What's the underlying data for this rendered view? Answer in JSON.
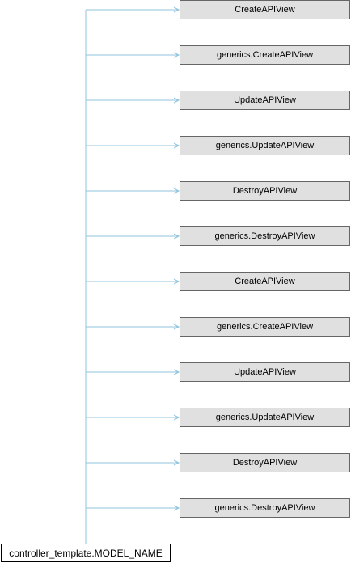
{
  "colors": {
    "edge": "#8fc4dc",
    "base_fill": "#e0e0e0",
    "base_border": "#666666",
    "root_border": "#000000"
  },
  "root": {
    "label": "controller_template.MODEL_NAME"
  },
  "bases": [
    {
      "label": "CreateAPIView"
    },
    {
      "label": "generics.CreateAPIView"
    },
    {
      "label": "UpdateAPIView"
    },
    {
      "label": "generics.UpdateAPIView"
    },
    {
      "label": "DestroyAPIView"
    },
    {
      "label": "generics.DestroyAPIView"
    },
    {
      "label": "CreateAPIView"
    },
    {
      "label": "generics.CreateAPIView"
    },
    {
      "label": "UpdateAPIView"
    },
    {
      "label": "generics.UpdateAPIView"
    },
    {
      "label": "DestroyAPIView"
    },
    {
      "label": "generics.DestroyAPIView"
    }
  ]
}
